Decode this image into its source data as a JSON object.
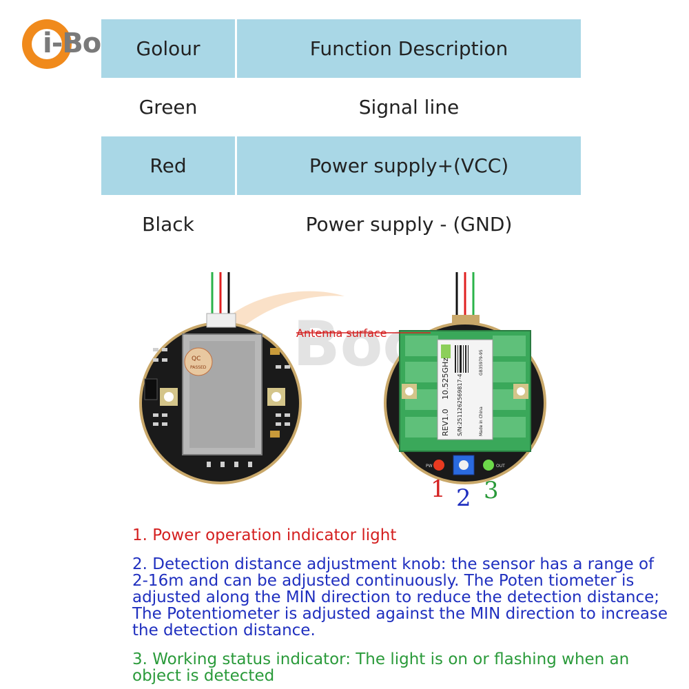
{
  "logo": {
    "brand": "i-Boom",
    "color": "#f08a1c"
  },
  "table": {
    "headers": [
      "Golour",
      "Function Description"
    ],
    "rows": [
      [
        "Green",
        "Signal line"
      ],
      [
        "Red",
        "Power supply+(VCC)"
      ],
      [
        "Black",
        "Power supply - (GND)"
      ]
    ],
    "header_color": "#a9d7e6"
  },
  "diagram": {
    "antenna_label": "Antenna surface",
    "callouts": [
      "1",
      "2",
      "3"
    ],
    "wire_colors": {
      "green": "#2bb34a",
      "red": "#e02020",
      "black": "#111111"
    }
  },
  "notes": [
    "1. Power operation indicator light",
    "2. Detection distance adjustment knob: the sensor has a range of 2-16m and can be adjusted continuously. The Poten tiometer is adjusted along the MIN direction to reduce the detection distance; The Potentiometer is adjusted against the MIN direction to increase the detection distance.",
    "3. Working status indicator: The light is on or flashing when an object is detected"
  ],
  "label_colors": {
    "red": "#d42020",
    "blue": "#1f2fbf",
    "green": "#2a9a3a"
  },
  "module_marks": {
    "qc_stamp": [
      "QC",
      "PASSED"
    ],
    "label_lines": [
      "REV1.0",
      "10.525GHz",
      "S/N:2511262569817-4",
      "GB35979-95",
      "Made in China"
    ],
    "led_labels": [
      "PW",
      "OUT"
    ]
  }
}
